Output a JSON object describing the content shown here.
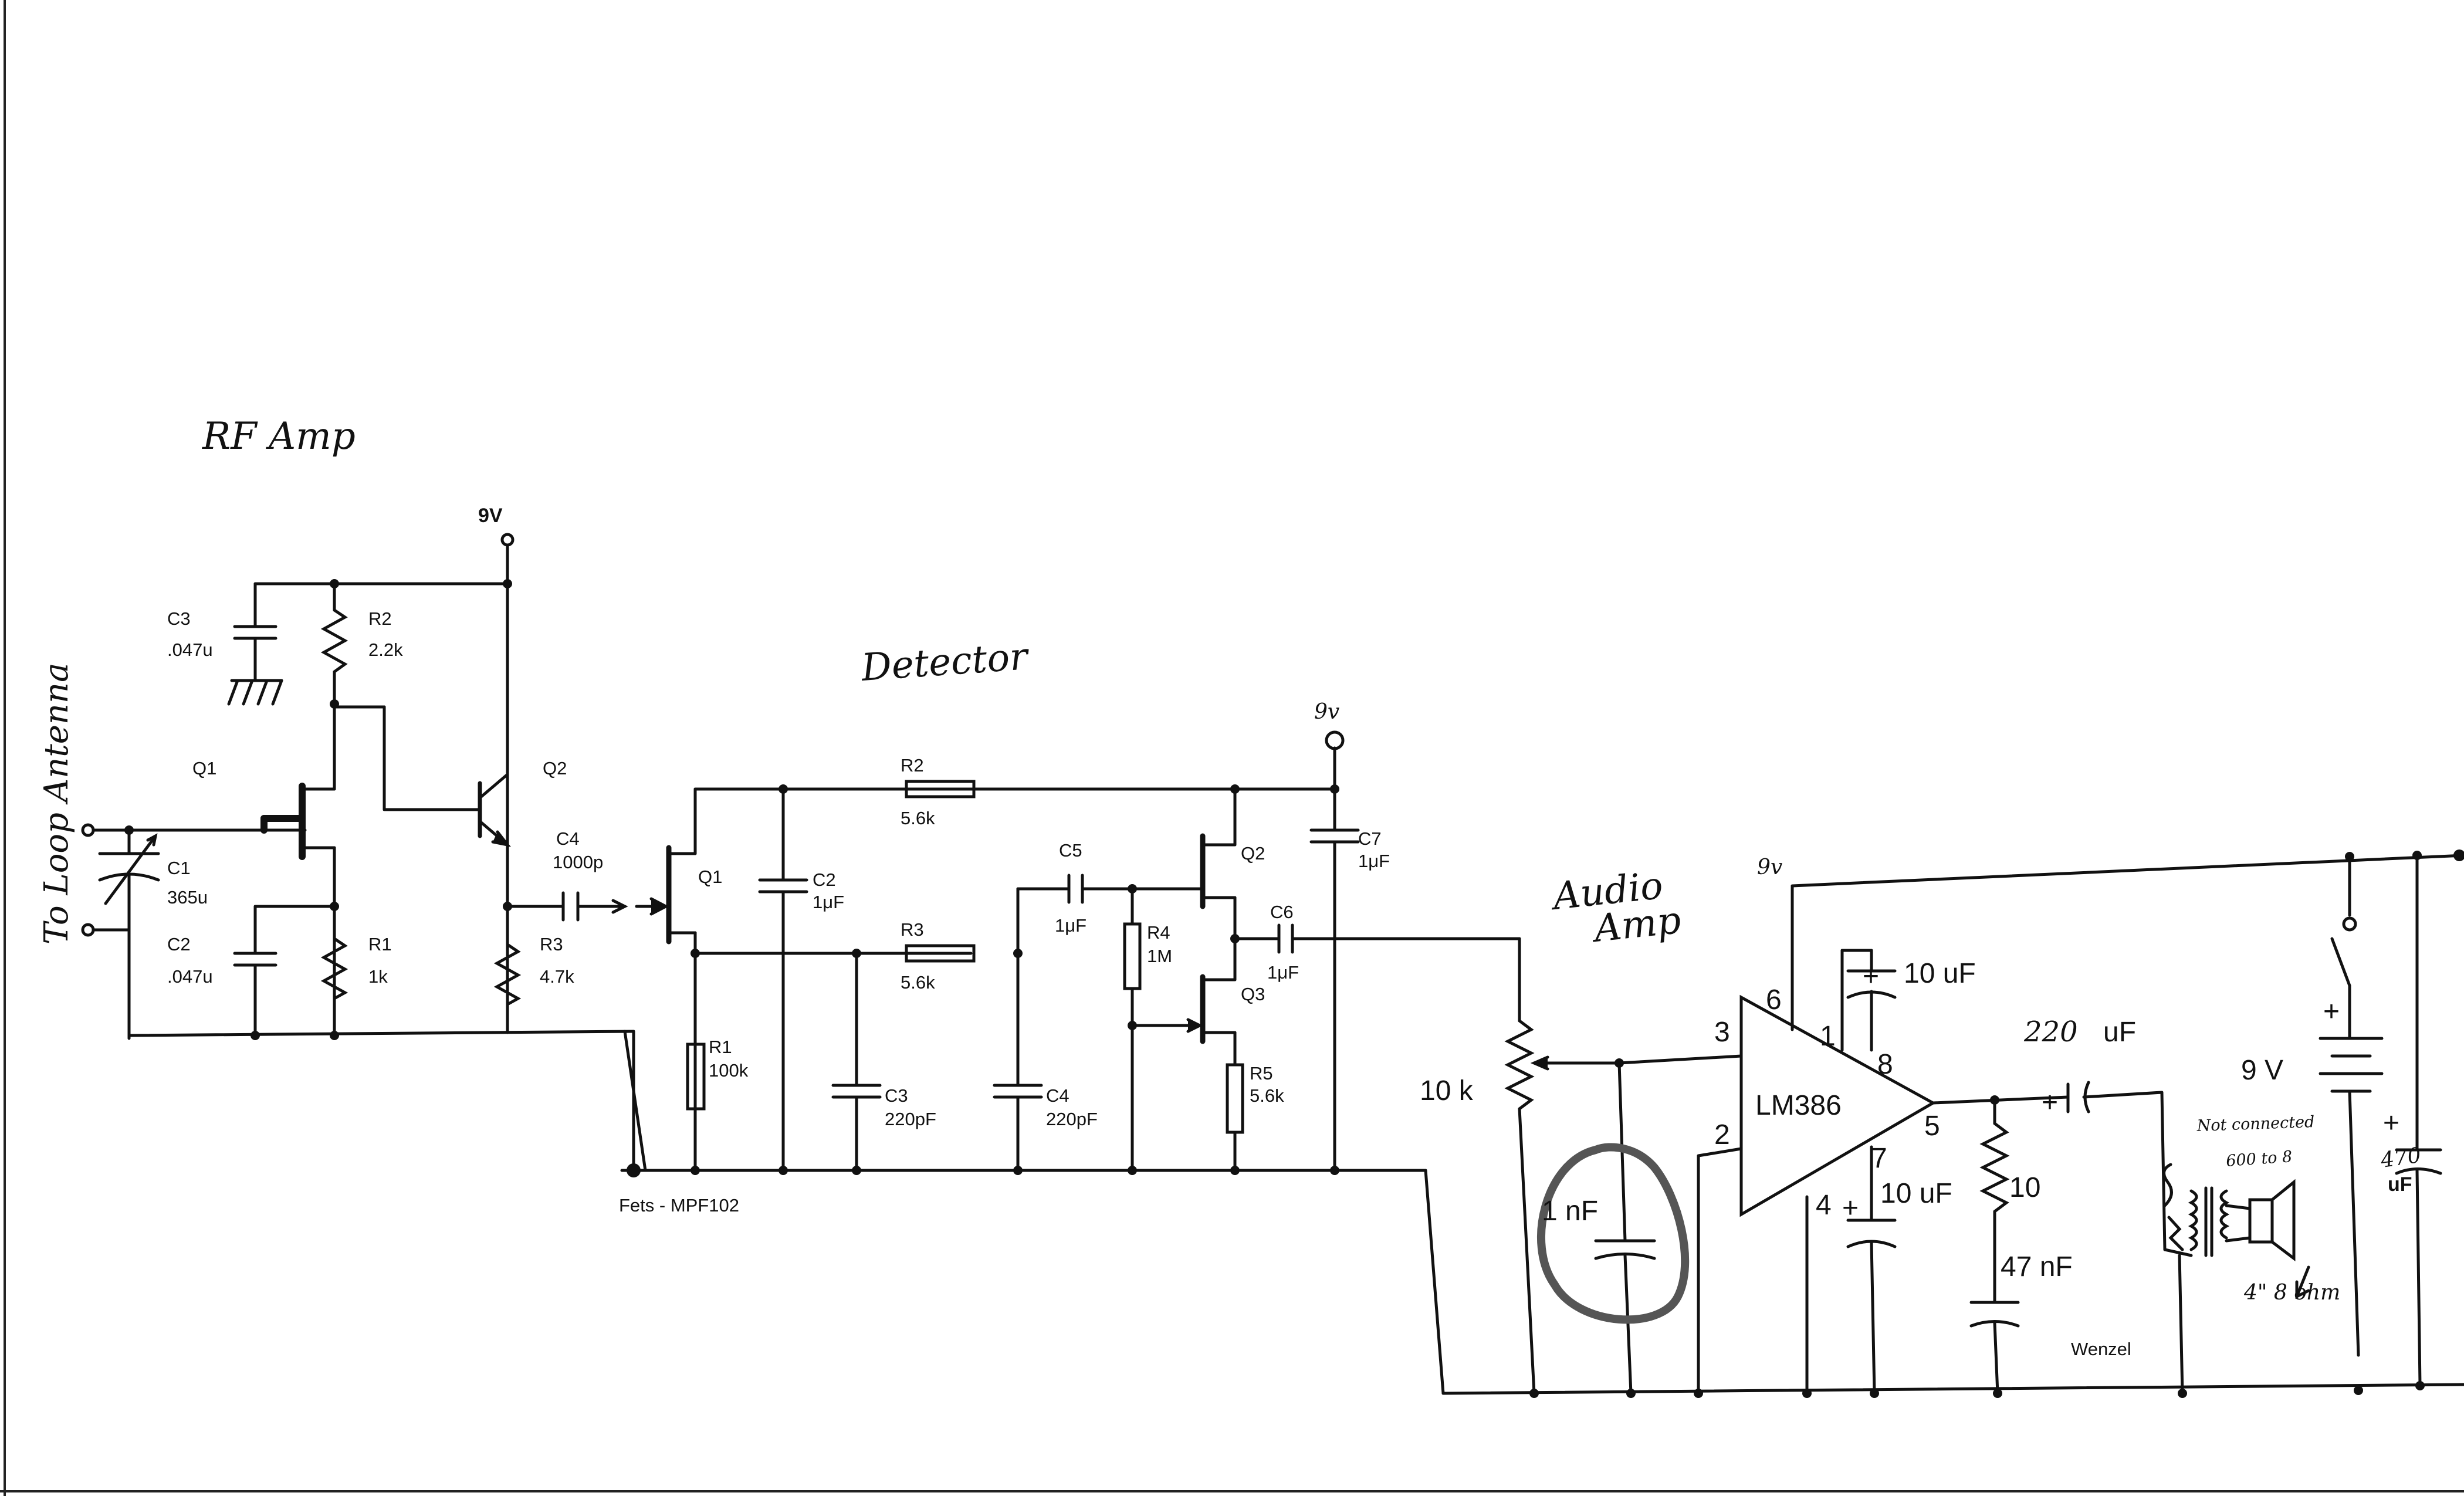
{
  "sections": {
    "rf_amp": "RF Amp",
    "detector": "Detector",
    "audio_amp_line1": "Audio",
    "audio_amp_line2": "Amp"
  },
  "supply": {
    "rf": "9V",
    "detector": "9v",
    "audio": "9v"
  },
  "antenna_note": "To Loop Antenna",
  "rf_amp": {
    "c3": {
      "ref": "C3",
      "value": ".047u"
    },
    "r2": {
      "ref": "R2",
      "value": "2.2k"
    },
    "q1": {
      "ref": "Q1"
    },
    "q2": {
      "ref": "Q2"
    },
    "c1": {
      "ref": "C1",
      "value": "365u"
    },
    "c2": {
      "ref": "C2",
      "value": ".047u"
    },
    "r1": {
      "ref": "R1",
      "value": "1k"
    },
    "r3": {
      "ref": "R3",
      "value": "4.7k"
    },
    "c4": {
      "ref": "C4",
      "value": "1000p"
    }
  },
  "detector": {
    "r2": {
      "ref": "R2",
      "value": "5.6k"
    },
    "r3": {
      "ref": "R3",
      "value": "5.6k"
    },
    "c2": {
      "ref": "C2",
      "value": "1μF"
    },
    "c5": {
      "ref": "C5",
      "value": "1μF"
    },
    "c7": {
      "ref": "C7",
      "value": "1μF"
    },
    "c6": {
      "ref": "C6",
      "value": "1μF"
    },
    "r4": {
      "ref": "R4",
      "value": "1M"
    },
    "q1": {
      "ref": "Q1"
    },
    "q2": {
      "ref": "Q2"
    },
    "q3": {
      "ref": "Q3"
    },
    "r1": {
      "ref": "R1",
      "value": "100k"
    },
    "c3": {
      "ref": "C3",
      "value": "220pF"
    },
    "c4": {
      "ref": "C4",
      "value": "220pF"
    },
    "r5": {
      "ref": "R5",
      "value": "5.6k"
    },
    "fets_note": "Fets - MPF102"
  },
  "audio_amp": {
    "chip": "LM386",
    "pins": {
      "p1": "1",
      "p2": "2",
      "p3": "3",
      "p4": "4",
      "p5": "5",
      "p6": "6",
      "p7": "7",
      "p8": "8"
    },
    "pot": "10 k",
    "cap_1n": "1 nF",
    "cap_10u_top": "10 uF",
    "cap_10u_bottom": "10 uF",
    "cap_220u_value": "220",
    "cap_220u_unit": "uF",
    "res_10": "10",
    "cap_47n": "47 nF",
    "battery": "9 V",
    "cap_470_value": "470",
    "cap_470_unit": "uF",
    "plus": "+",
    "transformer_note": "Not connected",
    "transformer_ratio": "600 to 8",
    "speaker_note": "4\" 8 ohm",
    "credit": "Wenzel"
  }
}
